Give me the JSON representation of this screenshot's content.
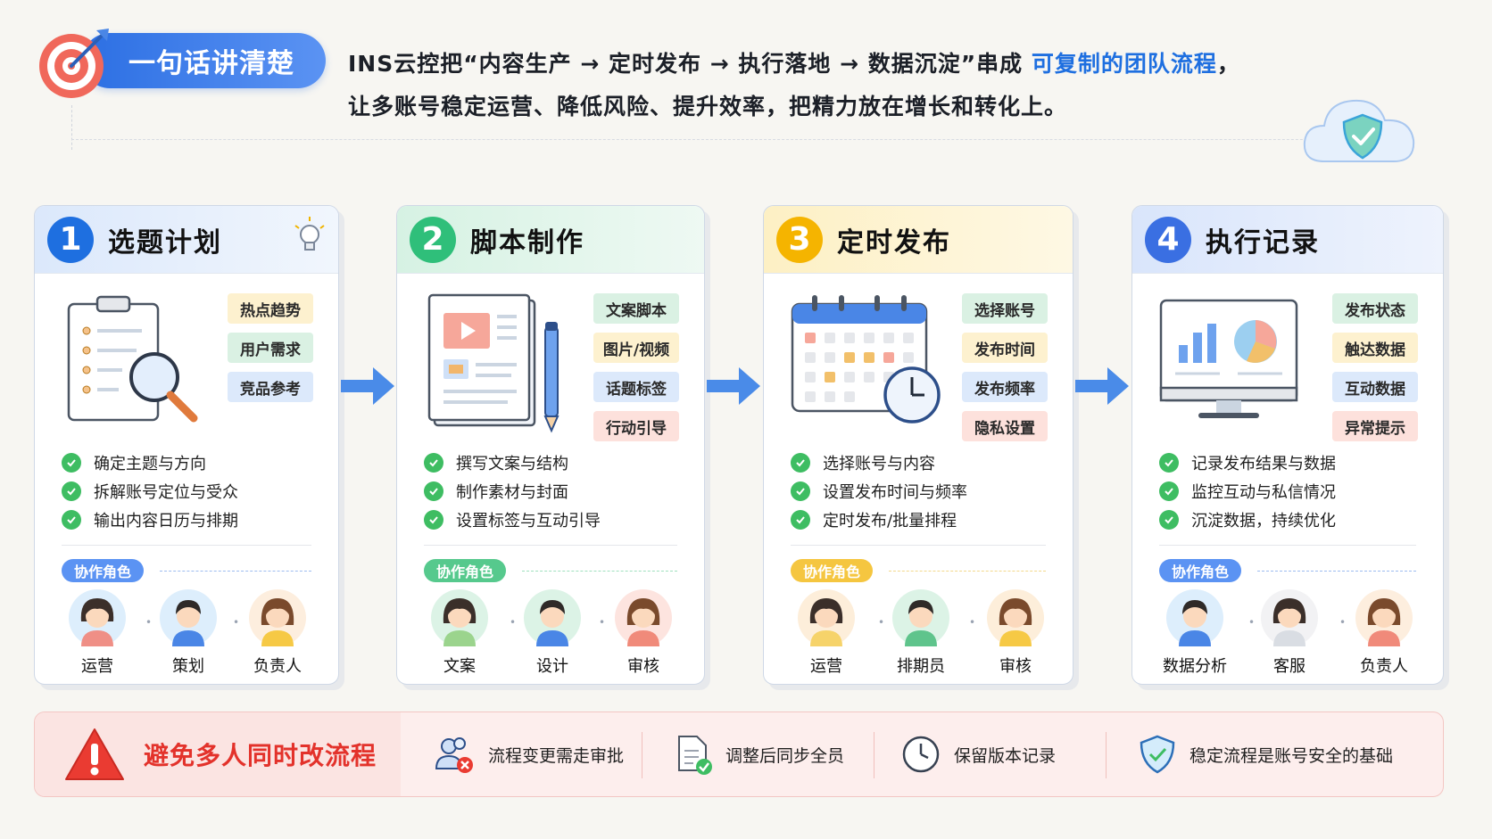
{
  "header": {
    "badge": "一句话讲清楚",
    "line1_prefix": "INS云控把“内容生产 → 定时发布 → 执行落地 → 数据沉淀”串成 ",
    "line1_highlight": "可复制的团队流程",
    "line1_suffix": "，",
    "line2": "让多账号稳定运营、降低风险、提升效率，把精力放在增长和转化上。"
  },
  "colors": {
    "step1": "#1e6fe0",
    "step2": "#2fbf7a",
    "step3": "#f5b400",
    "step4": "#3a6fe2",
    "arrow": "#4a8be8",
    "check": "#3ebd62",
    "warning": "#e3322b"
  },
  "steps": [
    {
      "num": "1",
      "title": "选题计划",
      "tags": [
        "热点趋势",
        "用户需求",
        "竞品参考"
      ],
      "checks": [
        "确定主题与方向",
        "拆解账号定位与受众",
        "输出内容日历与排期"
      ],
      "collab_label": "协作角色",
      "roles": [
        "运营",
        "策划",
        "负责人"
      ]
    },
    {
      "num": "2",
      "title": "脚本制作",
      "tags": [
        "文案脚本",
        "图片/视频",
        "话题标签",
        "行动引导"
      ],
      "checks": [
        "撰写文案与结构",
        "制作素材与封面",
        "设置标签与互动引导"
      ],
      "collab_label": "协作角色",
      "roles": [
        "文案",
        "设计",
        "审核"
      ]
    },
    {
      "num": "3",
      "title": "定时发布",
      "tags": [
        "选择账号",
        "发布时间",
        "发布频率",
        "隐私设置"
      ],
      "checks": [
        "选择账号与内容",
        "设置发布时间与频率",
        "定时发布/批量排程"
      ],
      "collab_label": "协作角色",
      "roles": [
        "运营",
        "排期员",
        "审核"
      ]
    },
    {
      "num": "4",
      "title": "执行记录",
      "tags": [
        "发布状态",
        "触达数据",
        "互动数据",
        "异常提示"
      ],
      "checks": [
        "记录发布结果与数据",
        "监控互动与私信情况",
        "沉淀数据，持续优化"
      ],
      "collab_label": "协作角色",
      "roles": [
        "数据分析",
        "客服",
        "负责人"
      ]
    }
  ],
  "warning": {
    "title": "避免多人同时改流程",
    "items": [
      "流程变更需走审批",
      "调整后同步全员",
      "保留版本记录",
      "稳定流程是账号安全的基础"
    ]
  }
}
